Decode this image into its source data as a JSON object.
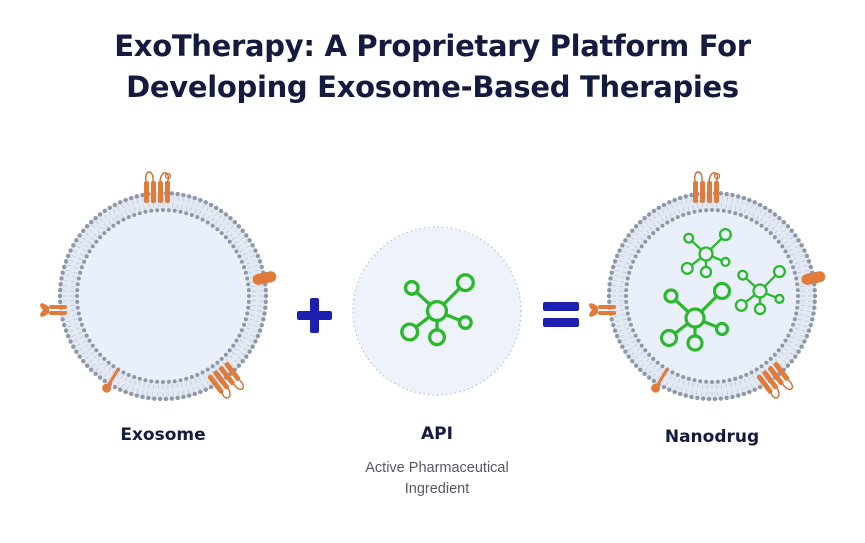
{
  "title": {
    "line1": "ExoTherapy: A Proprietary Platform For",
    "line2": "Developing Exosome-Based Therapies"
  },
  "items": {
    "exosome": {
      "label": "Exosome"
    },
    "api": {
      "label": "API",
      "description_line1": "Active Pharmaceutical",
      "description_line2": "Ingredient"
    },
    "nanodrug": {
      "label": "Nanodrug"
    }
  },
  "operators": {
    "plus": "plus-icon",
    "equals": "equals-icon"
  },
  "colors": {
    "title": "#141b3f",
    "membrane_head": "#8f97a8",
    "membrane_body": "#e3e9f3",
    "lumen": "#eaf0fb",
    "protein": "#e07b3c",
    "molecule": "#2cb82c",
    "operator": "#1d1fb0",
    "api_circle": "#eef2fa"
  }
}
